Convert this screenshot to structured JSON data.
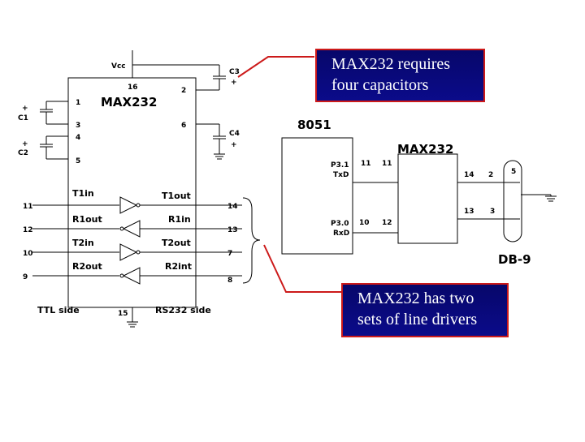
{
  "chip": {
    "name": "MAX232",
    "vcc": "Vcc",
    "pin_vcc": "16",
    "pin_gnd": "15",
    "pin1": "1",
    "pin2": "2",
    "pin3": "3",
    "pin4": "4",
    "pin5": "5",
    "pin6": "6",
    "ttl_side": "TTL side",
    "rs232_side": "RS232 side",
    "drivers": [
      {
        "in_pin": "11",
        "in_label": "T1in",
        "out_label": "T1out",
        "out_pin": "14"
      },
      {
        "in_pin": "12",
        "in_label": "R1out",
        "out_label": "R1in",
        "out_pin": "13"
      },
      {
        "in_pin": "10",
        "in_label": "T2in",
        "out_label": "T2out",
        "out_pin": "7"
      },
      {
        "in_pin": "9",
        "in_label": "R2out",
        "out_label": "R2int",
        "out_pin": "8"
      }
    ]
  },
  "capacitors": {
    "c1": "C1",
    "c2": "C2",
    "c3": "C3",
    "c4": "C4",
    "plus": "+"
  },
  "right": {
    "mcu": "8051",
    "max": "MAX232",
    "p31": "P3.1",
    "txd": "TxD",
    "p30": "P3.0",
    "rxd": "RxD",
    "w11a": "11",
    "w11b": "11",
    "w10": "10",
    "w12": "12",
    "w14": "14",
    "w2": "2",
    "w13": "13",
    "w3": "3",
    "w5": "5",
    "db9": "DB-9"
  },
  "callouts": {
    "top_line1": "MAX232 requires",
    "top_line2": "four capacitors",
    "bottom_line1": "MAX232 has two",
    "bottom_line2": "sets of line drivers"
  }
}
